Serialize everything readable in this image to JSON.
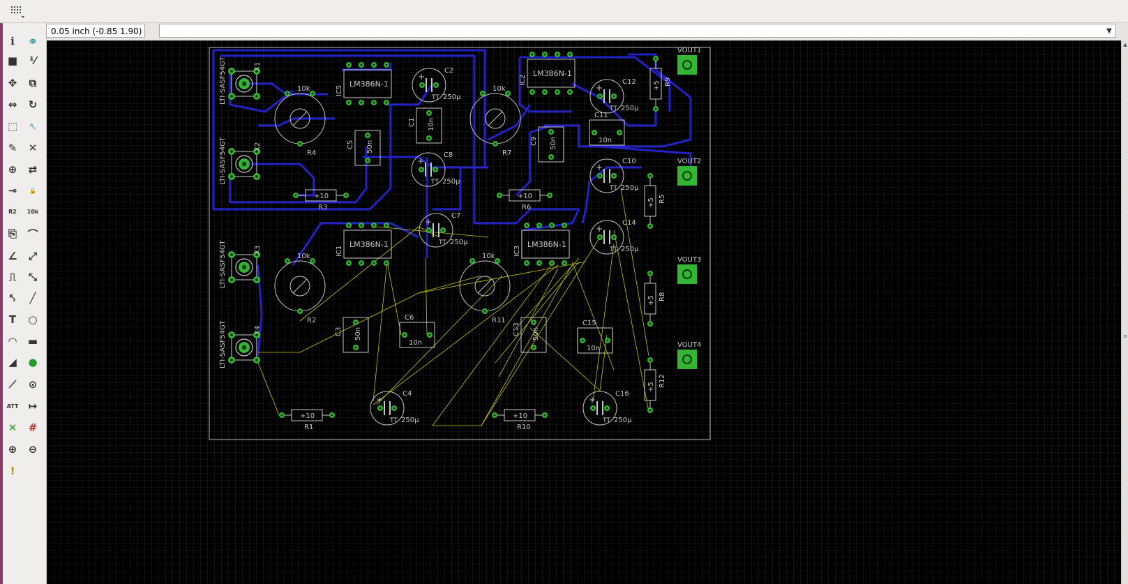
{
  "status": {
    "coordinate": "0.05 inch (-0.85 1.90)",
    "command": ""
  },
  "colors": {
    "canvas_bg": "#000000",
    "grid": "#3a3a3a",
    "board_outline": "#b8b8b8",
    "trace": "#2222c8",
    "airwire": "#c8c800",
    "pad": "#33b533",
    "silkscreen": "#c8c8c8"
  },
  "toolbar_icons": [
    "info-icon",
    "eye-icon",
    "layer-color-icon",
    "value-icon",
    "move-icon",
    "copy-icon",
    "mirror-icon",
    "rotate-icon",
    "group-icon",
    "wrench-icon",
    "paint-icon",
    "delete-icon",
    "add-icon",
    "swap-icon",
    "split-icon",
    "lock-icon",
    "name-icon",
    "value-label-icon",
    "smash-icon",
    "miter-icon",
    "split-wire-icon",
    "optimize-icon",
    "meander-icon",
    "route-icon",
    "ripup-icon",
    "wire-icon",
    "text-icon",
    "circle-icon",
    "arc-icon",
    "rect-icon",
    "polygon-icon",
    "via-icon",
    "signal-icon",
    "hole-icon",
    "attribute-icon",
    "dimension-icon",
    "ratsnest-icon",
    "autorouter-icon",
    "zoom-in-icon",
    "zoom-out-icon",
    "drc-icon"
  ],
  "connectors": [
    {
      "ref": "X1",
      "part": "LTI-SASF54GT"
    },
    {
      "ref": "X2",
      "part": "LTI-SASF54GT"
    },
    {
      "ref": "X3",
      "part": "LTI-SASF54GT"
    },
    {
      "ref": "X4",
      "part": "LTI-SASF54GT"
    }
  ],
  "ics": [
    {
      "ref": "IC5",
      "value": "LM386N-1"
    },
    {
      "ref": "IC2",
      "value": "LM386N-1"
    },
    {
      "ref": "IC1",
      "value": "LM386N-1"
    },
    {
      "ref": "IC3",
      "value": "LM386N-1"
    }
  ],
  "pots": [
    {
      "ref": "R4",
      "value": "10k"
    },
    {
      "ref": "R7",
      "value": "10k"
    },
    {
      "ref": "R2",
      "value": "10k"
    },
    {
      "ref": "R11",
      "value": "10k"
    }
  ],
  "resistors": [
    {
      "ref": "R3",
      "value": "10"
    },
    {
      "ref": "R6",
      "value": "10"
    },
    {
      "ref": "R1",
      "value": "10"
    },
    {
      "ref": "R10",
      "value": "10"
    },
    {
      "ref": "R9",
      "value": "5"
    },
    {
      "ref": "R5",
      "value": "5"
    },
    {
      "ref": "R8",
      "value": "5"
    },
    {
      "ref": "R12",
      "value": "5"
    }
  ],
  "elcaps": [
    {
      "ref": "C2",
      "value": "250µ",
      "tt": "TT"
    },
    {
      "ref": "C8",
      "value": "250µ",
      "tt": "TT"
    },
    {
      "ref": "C7",
      "value": "250µ",
      "tt": "TT"
    },
    {
      "ref": "C12",
      "value": "250µ",
      "tt": "TT"
    },
    {
      "ref": "C10",
      "value": "250µ",
      "tt": "TT"
    },
    {
      "ref": "C14",
      "value": "250µ",
      "tt": "TT"
    },
    {
      "ref": "C4",
      "value": "250µ",
      "tt": "TT"
    },
    {
      "ref": "C16",
      "value": "250µ",
      "tt": "TT"
    }
  ],
  "caps": [
    {
      "ref": "C1",
      "value": "10n"
    },
    {
      "ref": "C5",
      "value": "50n"
    },
    {
      "ref": "C9",
      "value": "50n"
    },
    {
      "ref": "C11",
      "value": "10n"
    },
    {
      "ref": "C3",
      "value": "50n"
    },
    {
      "ref": "C6",
      "value": "10n"
    },
    {
      "ref": "C13",
      "value": "50n"
    },
    {
      "ref": "C15",
      "value": "10n"
    }
  ],
  "outputs": [
    "VOUT1",
    "VOUT2",
    "VOUT3",
    "VOUT4"
  ]
}
